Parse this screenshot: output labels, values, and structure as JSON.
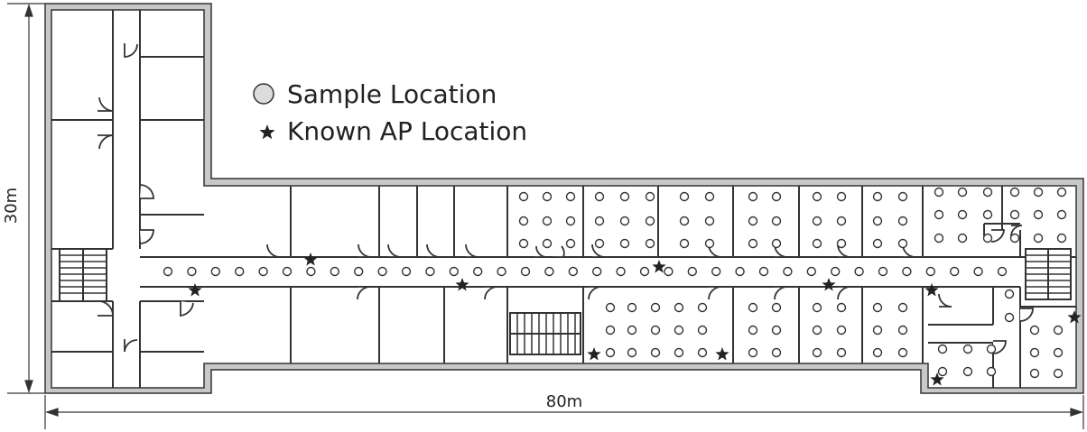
{
  "legend": {
    "sample_label": "Sample Location",
    "ap_label": "Known AP Location"
  },
  "dimensions": {
    "height_label": "30m",
    "width_label": "80m"
  },
  "colors": {
    "wall": "#333333",
    "wall_fill": "#c8c8c8",
    "sample_fill": "#e0e0e0",
    "marker": "#222222"
  }
}
